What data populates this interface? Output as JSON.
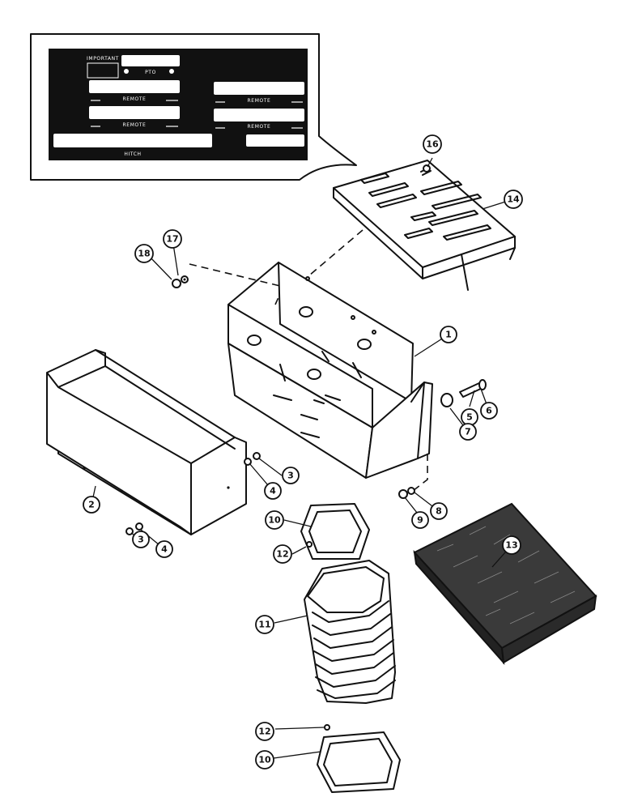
{
  "decal": {
    "important": "IMPORTANT",
    "pto": "PTO",
    "remote": "REMOTE",
    "hitch": "HITCH"
  },
  "callouts": {
    "n1": "1",
    "n2": "2",
    "n3a": "3",
    "n3b": "3",
    "n4a": "4",
    "n4b": "4",
    "n5": "5",
    "n6": "6",
    "n7": "7",
    "n8": "8",
    "n9": "9",
    "n10a": "10",
    "n10b": "10",
    "n11": "11",
    "n12a": "12",
    "n12b": "12",
    "n13": "13",
    "n14": "14",
    "n16": "16",
    "n17": "17",
    "n18": "18"
  }
}
